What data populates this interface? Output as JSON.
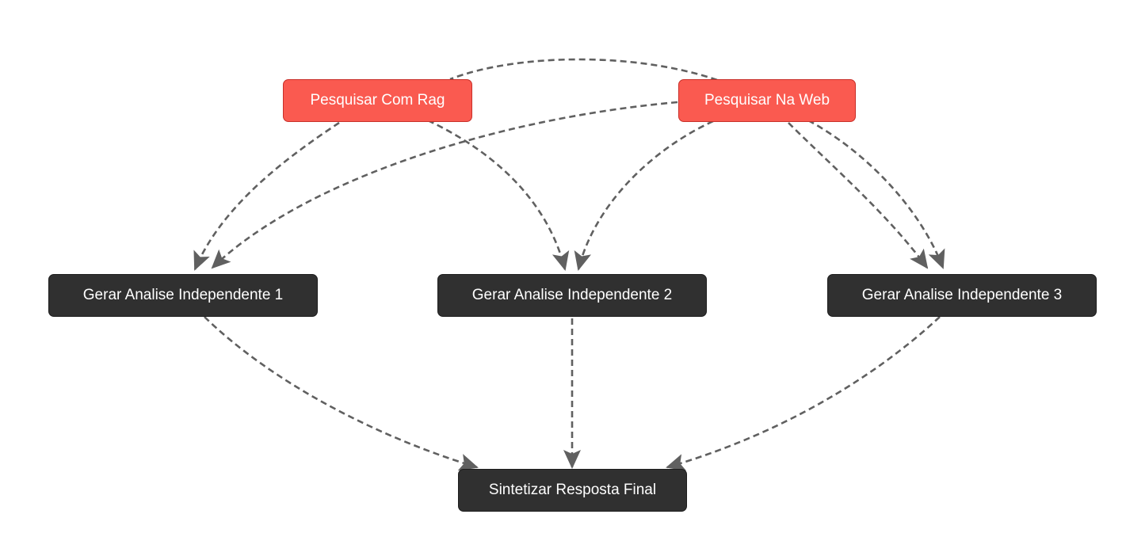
{
  "diagram": {
    "nodes": [
      {
        "id": "rag",
        "label": "Pesquisar Com Rag",
        "kind": "tool"
      },
      {
        "id": "web",
        "label": "Pesquisar Na Web",
        "kind": "tool"
      },
      {
        "id": "g1",
        "label": "Gerar Analise Independente 1",
        "kind": "step"
      },
      {
        "id": "g2",
        "label": "Gerar Analise Independente 2",
        "kind": "step"
      },
      {
        "id": "g3",
        "label": "Gerar Analise Independente 3",
        "kind": "step"
      },
      {
        "id": "final",
        "label": "Sintetizar Resposta Final",
        "kind": "step"
      }
    ],
    "edges": [
      {
        "from": "web",
        "to": "rag"
      },
      {
        "from": "rag",
        "to": "g1"
      },
      {
        "from": "rag",
        "to": "g2"
      },
      {
        "from": "web",
        "to": "g1"
      },
      {
        "from": "web",
        "to": "g2"
      },
      {
        "from": "web",
        "to": "g3"
      },
      {
        "from": "web",
        "to": "g3"
      },
      {
        "from": "g1",
        "to": "final"
      },
      {
        "from": "g2",
        "to": "final"
      },
      {
        "from": "g3",
        "to": "final"
      }
    ],
    "colors": {
      "tool_fill": "#fa5a50",
      "step_fill": "#303030",
      "edge": "#606060",
      "text": "#ffffff"
    }
  }
}
